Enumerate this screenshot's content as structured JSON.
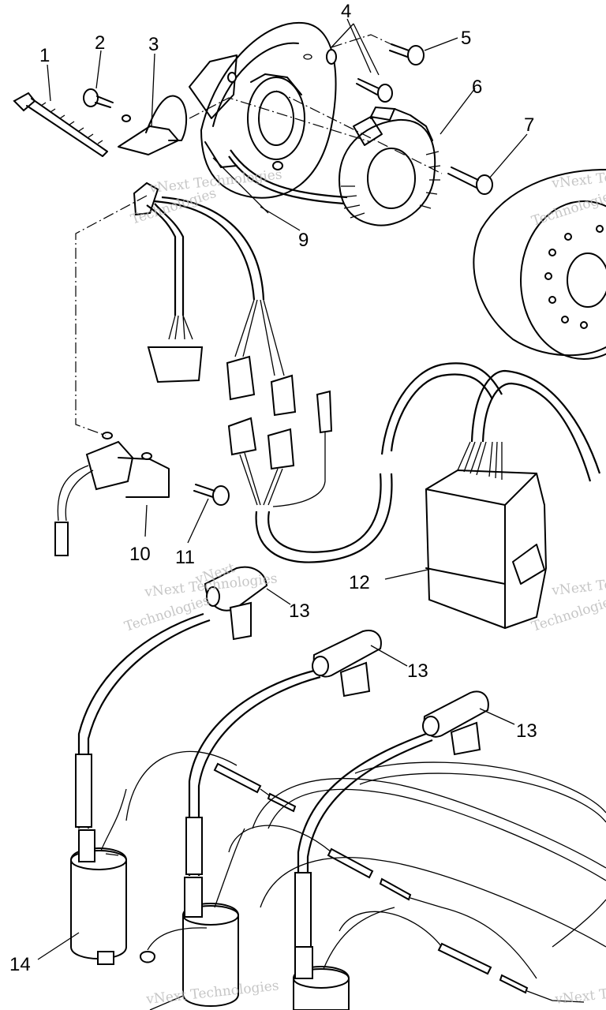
{
  "callouts": {
    "c1": "1",
    "c2": "2",
    "c3": "3",
    "c4": "4",
    "c5": "5",
    "c6": "6",
    "c7": "7",
    "c9": "9",
    "c10": "10",
    "c11": "11",
    "c12": "12",
    "c13a": "13",
    "c13b": "13",
    "c13c": "13",
    "c14": "14"
  },
  "watermark": {
    "text": "vNext Technologies",
    "big1": "vNext",
    "big2": "Technologies"
  }
}
